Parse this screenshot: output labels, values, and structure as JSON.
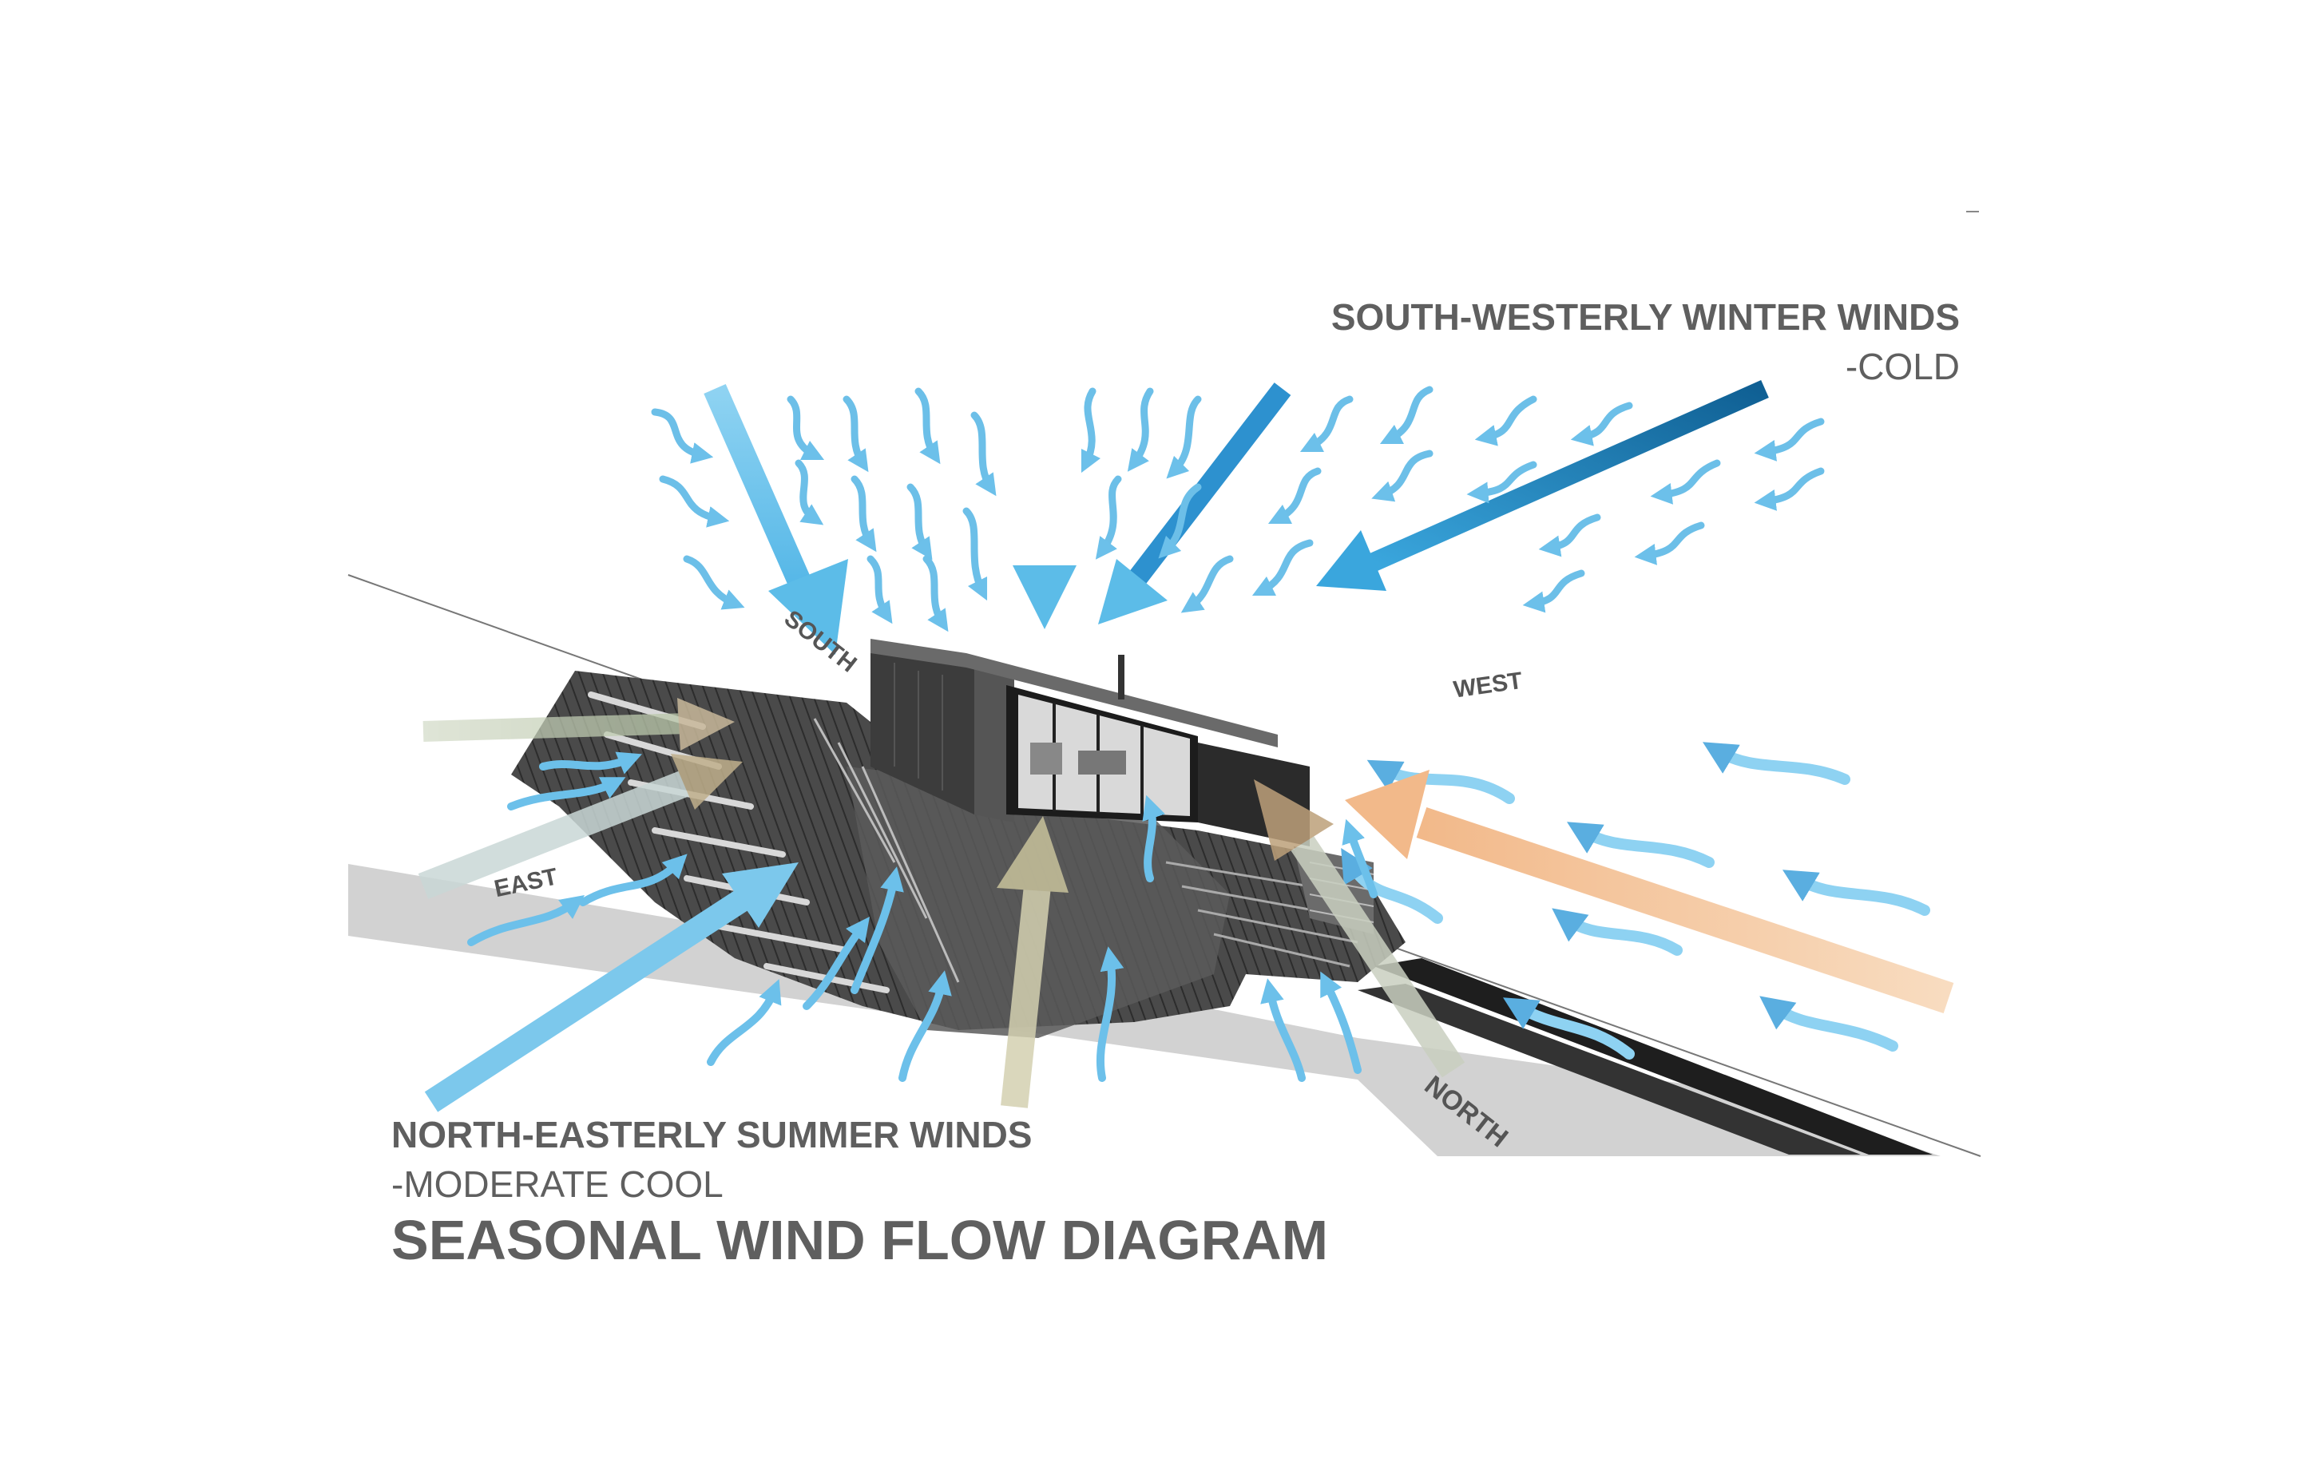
{
  "labels": {
    "sw_title": "SOUTH-WESTERLY WINTER WINDS",
    "sw_sub": "-COLD",
    "ne_title": "NORTH-EASTERLY SUMMER WINDS",
    "ne_sub": "-MODERATE COOL",
    "diagram_title": "SEASONAL WIND FLOW DIAGRAM"
  },
  "directions": {
    "south": "SOUTH",
    "west": "WEST",
    "east": "EAST",
    "north": "NORTH"
  },
  "colors": {
    "text": "#5f5f5f",
    "wind_light_blue": "#7cc8ec",
    "wind_mid_blue": "#3aa0d8",
    "wind_dark_blue": "#1a6fa6",
    "summer_arrow": "#f5c9a0",
    "summer_arrow_dark": "#c8966a",
    "terrain_dark": "#3a3a3a",
    "ground_shadow": "#cfcfcf"
  },
  "icons": [
    "wind-arrow-icon",
    "house-icon",
    "terrain-icon"
  ]
}
